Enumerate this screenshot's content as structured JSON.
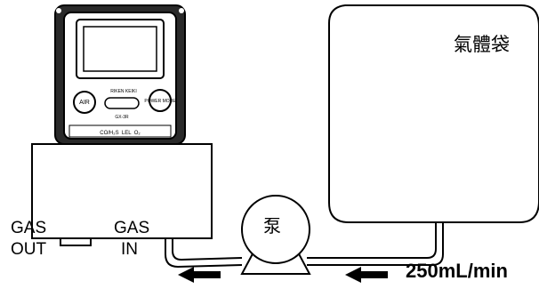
{
  "detector": {
    "brand": "RIKEN KEIKI",
    "model": "GX-3R",
    "btn_air": "AIR",
    "btn_power_mode": "POWER MODE",
    "sensor_labels": "CO/H₂S  LEL  O₂"
  },
  "labels": {
    "gas_out_line1": "GAS",
    "gas_out_line2": "OUT",
    "gas_in_line1": "GAS",
    "gas_in_line2": "IN",
    "pump": "泵",
    "gas_bag": "氣體袋",
    "flow_rate": "250mL/min"
  }
}
